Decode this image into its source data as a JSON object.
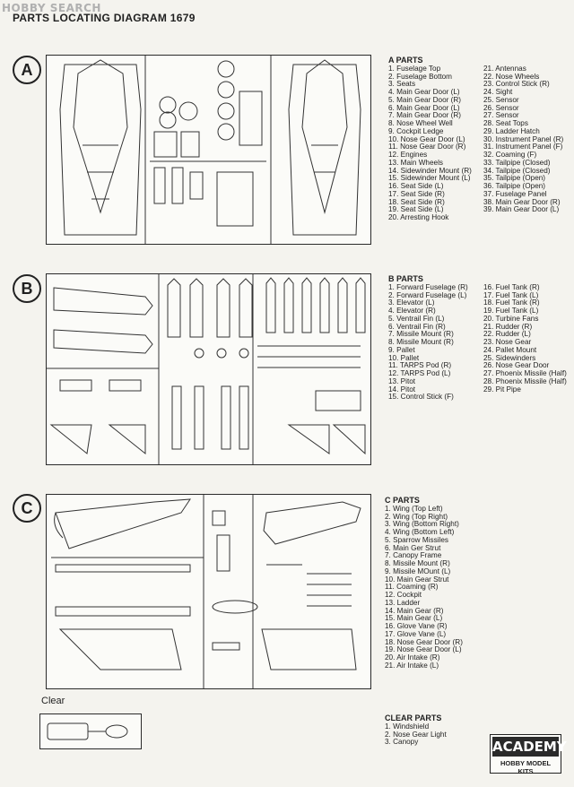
{
  "watermark": "HOBBY SEARCH",
  "title": "PARTS LOCATING DIAGRAM 1679",
  "sections": [
    {
      "letter": "A",
      "heading": "A PARTS",
      "items": [
        "Fuselage Top",
        "Fuselage Bottom",
        "Seats",
        "Main Gear Door (L)",
        "Main Gear Door (R)",
        "Main Gear Door (L)",
        "Main Gear Door (R)",
        "Nose Wheel Well",
        "Cockpit Ledge",
        "Nose Gear Door (L)",
        "Nose Gear Door (R)",
        "Engines",
        "Main Wheels",
        "Sidewinder Mount (R)",
        "Sidewinder Mount (L)",
        "Seat Side (L)",
        "Seat Side (R)",
        "Seat Side (R)",
        "Seat Side (L)",
        "Arresting Hook",
        "Antennas",
        "Nose Wheels",
        "Control Stick (R)",
        "Sight",
        "Sensor",
        "Sensor",
        "Sensor",
        "Seat Tops",
        "Ladder Hatch",
        "Instrument Panel (R)",
        "Instrument Panel (F)",
        "Coaming (F)",
        "Tailpipe (Closed)",
        "Tailpipe (Closed)",
        "Tailpipe (Open)",
        "Tailpipe (Open)",
        "Fuselage Panel",
        "Main Gear Door (R)",
        "Main Gear Door (L)"
      ]
    },
    {
      "letter": "B",
      "heading": "B PARTS",
      "items": [
        "Forward Fuselage (R)",
        "Forward Fuselage (L)",
        "Elevator (L)",
        "Elevator (R)",
        "Ventrail Fin (L)",
        "Ventrail Fin (R)",
        "Missile Mount (R)",
        "Missile Mount (R)",
        "Pallet",
        "Pallet",
        "TARPS Pod (R)",
        "TARPS Pod (L)",
        "Pitot",
        "Pitot",
        "Control Stick (F)",
        "Fuel Tank (R)",
        "Fuel Tank (L)",
        "Fuel Tank (R)",
        "Fuel Tank (L)",
        "Turbine Fans",
        "Rudder (R)",
        "Rudder (L)",
        "Nose Gear",
        "Pallet Mount",
        "Sidewinders",
        "Nose Gear Door",
        "Phoenix Missile (Half)",
        "Phoenix Missile (Half)",
        "Pit Pipe"
      ]
    },
    {
      "letter": "C",
      "heading": "C PARTS",
      "items": [
        "Wing (Top Left)",
        "Wing (Top Right)",
        "Wing (Bottom Right)",
        "Wing (Bottom Left)",
        "Sparrow Missiles",
        "Main Ger Strut",
        "Canopy Frame",
        "Missile Mount (R)",
        "Missile MOunt (L)",
        "Main Gear Strut",
        "Coaming (R)",
        "Cockpit",
        "Ladder",
        "Main Gear (R)",
        "Main Gear (L)",
        "Glove Vane (R)",
        "Glove Vane (L)",
        "Nose Gear Door (R)",
        "Nose Gear Door (L)",
        "Air Intake (R)",
        "Air Intake (L)"
      ]
    }
  ],
  "clear": {
    "label": "Clear",
    "heading": "CLEAR PARTS",
    "items": [
      "Windshield",
      "Nose Gear Light",
      "Canopy"
    ]
  },
  "logo": {
    "brand": "ACADEMY",
    "tagline": "HOBBY MODEL KITS"
  }
}
